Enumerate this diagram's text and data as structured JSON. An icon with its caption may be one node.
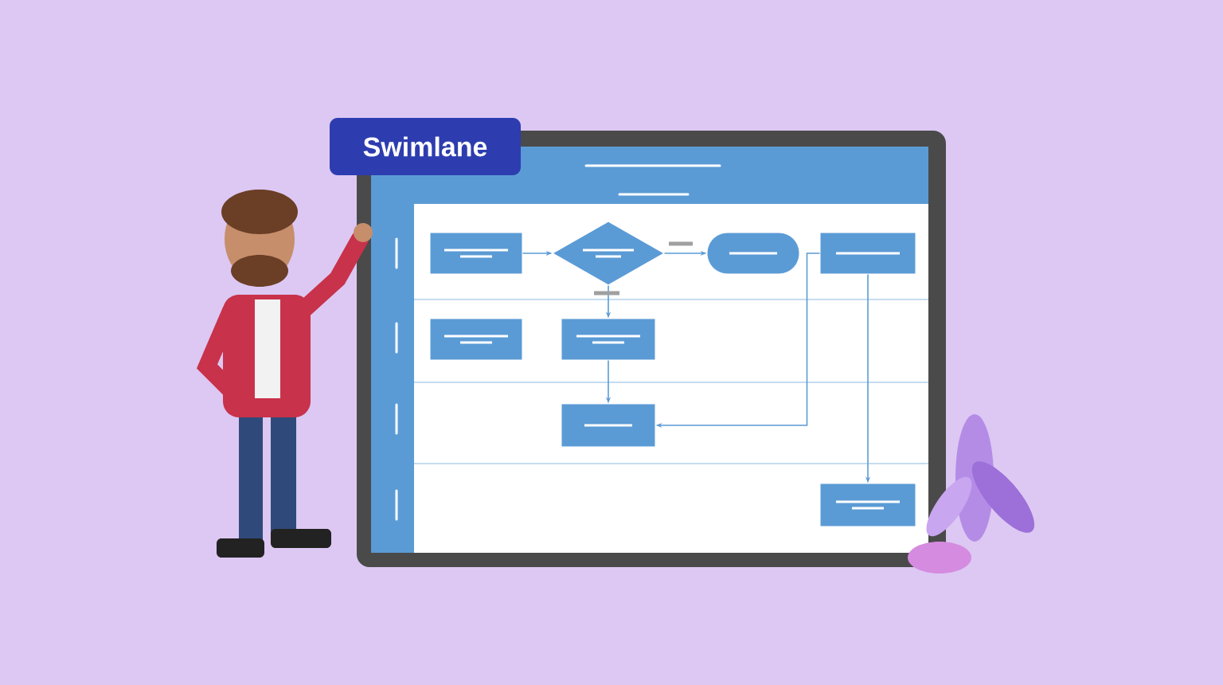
{
  "diagram": {
    "nodes": [
      {
        "text": [
          "Swimlane"
        ]
      },
      {
        "text": [],
        "shape": "box"
      },
      {
        "text": [],
        "shape": "diamond"
      },
      {
        "text": [],
        "shape": "pill"
      },
      {
        "text": [],
        "shape": "box"
      },
      {
        "text": [],
        "shape": "box"
      },
      {
        "text": [],
        "shape": "box"
      },
      {
        "text": [],
        "shape": "box"
      },
      {
        "text": [],
        "shape": "box"
      }
    ],
    "edges": [
      {
        "from": 1,
        "to": 2,
        "arrow": "to"
      },
      {
        "from": 2,
        "to": 3,
        "arrow": "to"
      },
      {
        "from": 2,
        "to": 6,
        "arrow": "to"
      },
      {
        "from": 6,
        "to": 7,
        "arrow": "to"
      },
      {
        "from": 4,
        "to": 7,
        "arrow": "to"
      },
      {
        "from": 4,
        "to": 8,
        "arrow": "to"
      }
    ]
  }
}
